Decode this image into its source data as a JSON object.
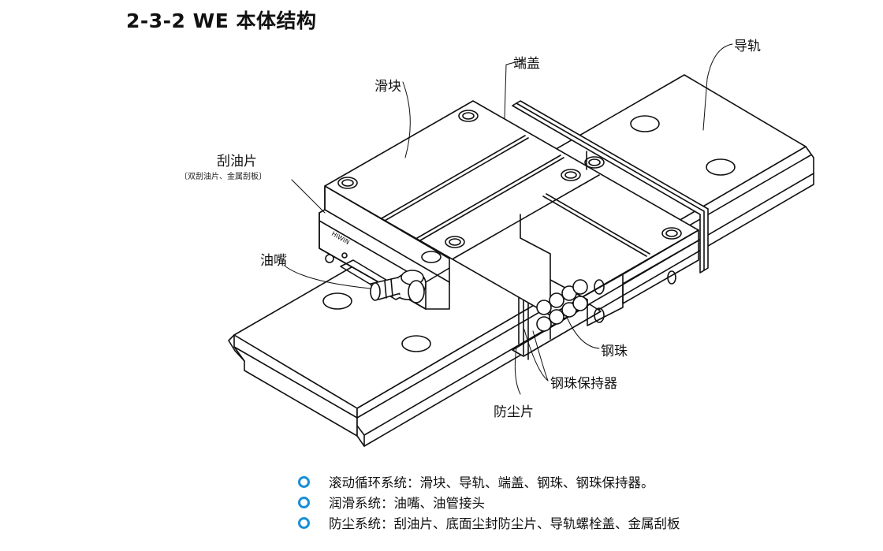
{
  "title": "2-3-2 WE 本体结构",
  "labels": {
    "slider_block": "滑块",
    "end_cap": "端盖",
    "rail": "导轨",
    "end_seal": "刮油片",
    "end_seal_note": "〔双刮油片、金属刮板〕",
    "grease_nipple": "油嘴",
    "steel_ball": "钢珠",
    "ball_retainer": "钢珠保持器",
    "bottom_seal": "防尘片",
    "brand_mark": "HIWIN"
  },
  "bullets": [
    {
      "text": "滚动循环系统：滑块、导轨、端盖、钢珠、钢珠保持器。"
    },
    {
      "text": "润滑系统：油嘴、油管接头"
    },
    {
      "text": "防尘系统：刮油片、底面尘封防尘片、导轨螺栓盖、金属刮板"
    }
  ],
  "colors": {
    "bullet": "#1a8fd6",
    "line": "#111111"
  }
}
